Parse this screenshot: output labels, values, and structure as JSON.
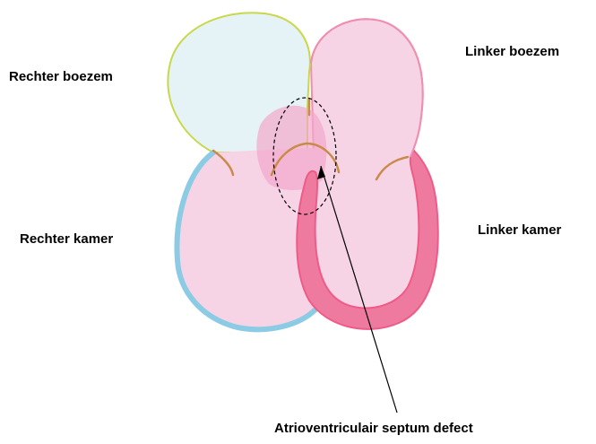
{
  "labels": {
    "right_atrium": "Rechter boezem",
    "left_atrium": "Linker boezem",
    "right_ventricle": "Rechter kamer",
    "left_ventricle": "Linker kamer",
    "defect": "Atrioventriculair septum defect"
  },
  "colors": {
    "right_atrium_outline": "#c8d84a",
    "right_atrium_fill": "#e6f3f6",
    "right_ventricle_outline": "#8ccbe4",
    "heart_fill": "#f7d3e6",
    "left_side_outline": "#ee8fae",
    "left_ventricle_wall": "#ef5b86",
    "valve": "#c98a4a",
    "defect_region": "#f2a8cc",
    "annotation": "#000000"
  }
}
